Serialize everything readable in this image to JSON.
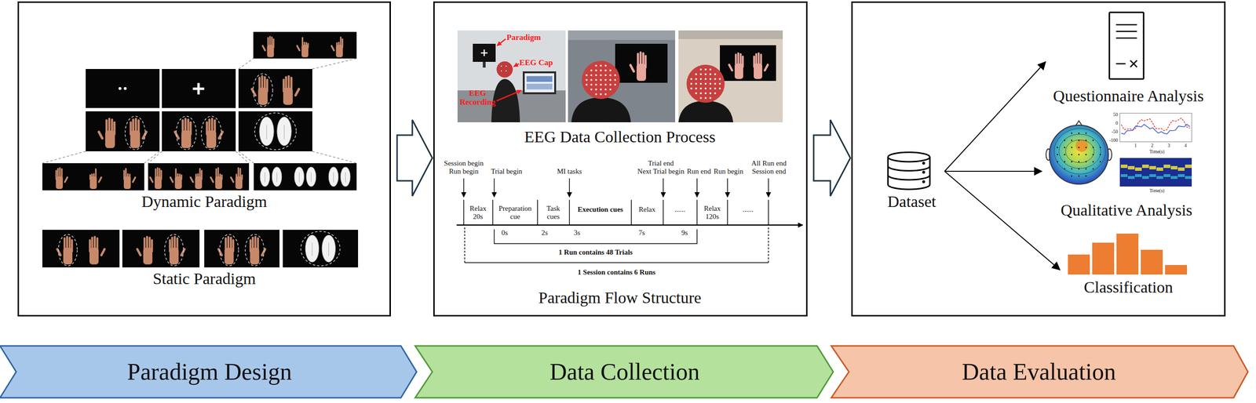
{
  "diagram": {
    "nodes": [
      {
        "text": [
          "Dynamic Paradigm",
          "Static Paradigm"
        ]
      },
      {
        "text": [
          "EEG Data Collection Process",
          "Paradigm Flow Structure"
        ]
      },
      {
        "text": []
      },
      {
        "text": [
          "Dataset"
        ],
        "in": 2
      },
      {
        "text": [
          "Questionnaire Analysis"
        ],
        "in": 2
      },
      {
        "text": [
          "Qualitative Analysis"
        ],
        "in": 2
      },
      {
        "text": [
          "Classification"
        ],
        "in": 2
      },
      {
        "text": [
          "Paradigm Design"
        ]
      },
      {
        "text": [
          "Data Collection"
        ]
      },
      {
        "text": [
          "Data Evaluation"
        ]
      }
    ],
    "edges": [
      {
        "from": 0,
        "to": 1,
        "arrow": "to"
      },
      {
        "from": 1,
        "to": 2,
        "arrow": "to"
      },
      {
        "from": 3,
        "to": 4,
        "arrow": "to"
      },
      {
        "from": 3,
        "to": 5,
        "arrow": "to"
      },
      {
        "from": 3,
        "to": 6,
        "arrow": "to"
      }
    ],
    "labels": [
      "Paradigm",
      "EEG Cap",
      "EEG Recording",
      "Session begin Run begin",
      "Trial begin",
      "MI tasks",
      "Trial end Next Trial begin",
      "Run end",
      "Run begin",
      "All Run end Session end",
      "Relax 20s",
      "Preparation cue",
      "Task cues",
      "Execution cues",
      "Relax",
      "......",
      "Relax 120s",
      "......",
      "0s",
      "2s",
      "3s",
      "7s",
      "9s",
      "1 Run contains 48 Trials",
      "1 Session contains 6 Runs",
      "50",
      "0",
      "-50",
      "-100",
      "1",
      "2",
      "3",
      "4",
      "Time(s)",
      "Time(s)"
    ]
  }
}
